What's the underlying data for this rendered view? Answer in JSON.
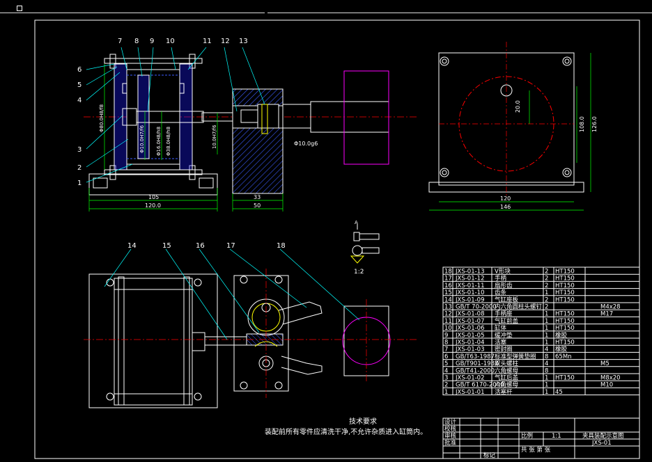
{
  "colors": {
    "bg": "#000000",
    "white": "#ffffff",
    "yellow": "#ffff00",
    "red": "#ff0000",
    "green": "#00ff00",
    "cyan": "#00ffff",
    "blue": "#3b5bff",
    "magenta": "#ff00ff",
    "grey": "#9a9a9a"
  },
  "front_view": {
    "callouts": [
      "1",
      "2",
      "3",
      "4",
      "5",
      "6",
      "7",
      "8",
      "9",
      "10",
      "11",
      "12",
      "13"
    ],
    "dims": {
      "d1": "Φ80.0H8/f8",
      "d2": "Φ10.0H7/f6",
      "d3": "Φ16.0H8/h8",
      "d4": "Φ38.0H8/h8",
      "d5": "10.0H7/f6",
      "d6": "Φ10.0g6",
      "w1": "105",
      "w2": "120.0",
      "w3": "33",
      "w4": "50"
    }
  },
  "side_view": {
    "dims": {
      "h1": "20.0",
      "h2": "108.0",
      "h3": "126.0",
      "w1": "120",
      "w2": "146"
    }
  },
  "detail": {
    "label_a": "A",
    "scale": "1:2"
  },
  "plan_view": {
    "callouts": [
      "14",
      "15",
      "16",
      "17",
      "18"
    ]
  },
  "notes": {
    "title": "技术要求",
    "text": "装配前所有零件应清洗干净,不允许杂质进入缸筒内。"
  },
  "bom": [
    {
      "no": "18",
      "code": "JXS-01-13",
      "name": "V形块",
      "qty": "2",
      "mat": "HT150",
      "remark": ""
    },
    {
      "no": "17",
      "code": "JXS-01-12",
      "name": "手柄",
      "qty": "2",
      "mat": "HT150",
      "remark": ""
    },
    {
      "no": "16",
      "code": "JXS-01-11",
      "name": "扇形齿",
      "qty": "2",
      "mat": "HT150",
      "remark": ""
    },
    {
      "no": "15",
      "code": "JXS-01-10",
      "name": "齿条",
      "qty": "1",
      "mat": "HT150",
      "remark": ""
    },
    {
      "no": "14",
      "code": "JXS-01-09",
      "name": "气缸座板",
      "qty": "2",
      "mat": "HT150",
      "remark": ""
    },
    {
      "no": "13",
      "code": "GB/T 70-2000",
      "name": "内六角圆柱头螺钉",
      "qty": "2",
      "mat": "",
      "remark": "M4x28"
    },
    {
      "no": "12",
      "code": "JXS-01-08",
      "name": "手柄座",
      "qty": "1",
      "mat": "HT150",
      "remark": "M17"
    },
    {
      "no": "11",
      "code": "JXS-01-07",
      "name": "气缸前盖",
      "qty": "1",
      "mat": "HT150",
      "remark": ""
    },
    {
      "no": "10",
      "code": "JXS-01-06",
      "name": "缸体",
      "qty": "1",
      "mat": "HT150",
      "remark": ""
    },
    {
      "no": "9",
      "code": "JXS-01-05",
      "name": "缓冲垫",
      "qty": "1",
      "mat": "橡胶",
      "remark": ""
    },
    {
      "no": "8",
      "code": "JXS-01-04",
      "name": "活塞",
      "qty": "1",
      "mat": "HT150",
      "remark": ""
    },
    {
      "no": "7",
      "code": "JXS-01-03",
      "name": "密封圈",
      "qty": "4",
      "mat": "橡胶",
      "remark": ""
    },
    {
      "no": "6",
      "code": "GB/T63-1987",
      "name": "标准型弹簧垫圈",
      "qty": "8",
      "mat": "65Mn",
      "remark": ""
    },
    {
      "no": "5",
      "code": "GB/T901-1988",
      "name": "双头螺柱",
      "qty": "4",
      "mat": "",
      "remark": "M5"
    },
    {
      "no": "4",
      "code": "GB/T41-2000",
      "name": "六角螺母",
      "qty": "8",
      "mat": "",
      "remark": ""
    },
    {
      "no": "3",
      "code": "JXS-01-02",
      "name": "气缸后盖",
      "qty": "1",
      "mat": "HT150",
      "remark": "M8x20"
    },
    {
      "no": "2",
      "code": "GB/T 6170-2000",
      "name": "六角螺母",
      "qty": "1",
      "mat": "",
      "remark": "M10"
    },
    {
      "no": "1",
      "code": "JXS-01-01",
      "name": "活塞杆",
      "qty": "1",
      "mat": "45",
      "remark": ""
    }
  ],
  "title_block": {
    "design": "设计",
    "check": "校核",
    "review": "审核",
    "approve": "批准",
    "scale_label": "比例",
    "scale": "1:1",
    "title": "夹具装配示意图",
    "drawing_no": "JXS-01",
    "sheet": "共 张 第 张",
    "mark": "标记"
  }
}
